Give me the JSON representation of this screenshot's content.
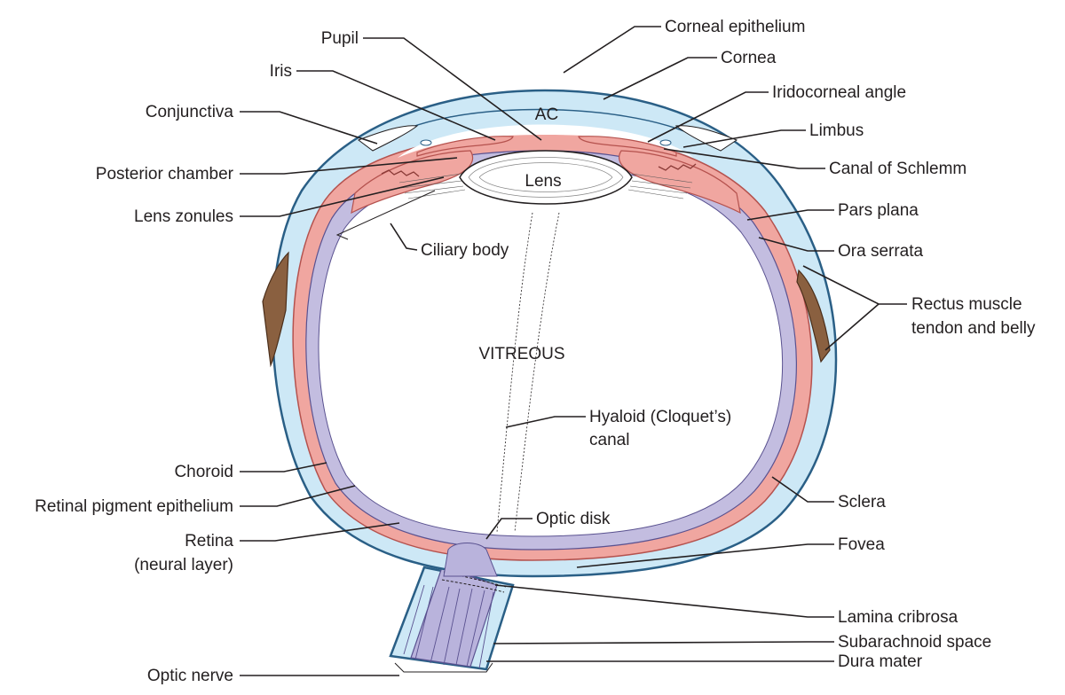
{
  "colors": {
    "sclera_blue": "#cde8f6",
    "sclera_edge": "#2a5f86",
    "choroid_pink": "#f0a6a0",
    "retina_lavender": "#c3bde0",
    "muscle_brown": "#8a6040",
    "nerve_lavender": "#b9b3dc",
    "line": "#231f20"
  },
  "labels": {
    "pupil": "Pupil",
    "iris": "Iris",
    "conjunctiva": "Conjunctiva",
    "posterior_chamber": "Posterior chamber",
    "lens_zonules": "Lens zonules",
    "ciliary_body": "Ciliary body",
    "corneal_epithelium": "Corneal epithelium",
    "cornea": "Cornea",
    "iridocorneal_angle": "Iridocorneal angle",
    "limbus": "Limbus",
    "canal_of_schlemm": "Canal of Schlemm",
    "pars_plana": "Pars plana",
    "ora_serrata": "Ora serrata",
    "rectus_line1": "Rectus muscle",
    "rectus_line2": "tendon and belly",
    "hyaloid_line1": "Hyaloid (Cloquet’s)",
    "hyaloid_line2": "canal",
    "choroid": "Choroid",
    "rpe": "Retinal pigment epithelium",
    "retina_line1": "Retina",
    "retina_line2": "(neural layer)",
    "optic_disk": "Optic disk",
    "sclera": "Sclera",
    "fovea": "Fovea",
    "lamina_cribrosa": "Lamina cribrosa",
    "subarachnoid_space": "Subarachnoid space",
    "dura_mater": "Dura mater",
    "optic_nerve": "Optic nerve"
  },
  "inner_text": {
    "ac": "AC",
    "lens": "Lens",
    "vitreous": "VITREOUS"
  }
}
